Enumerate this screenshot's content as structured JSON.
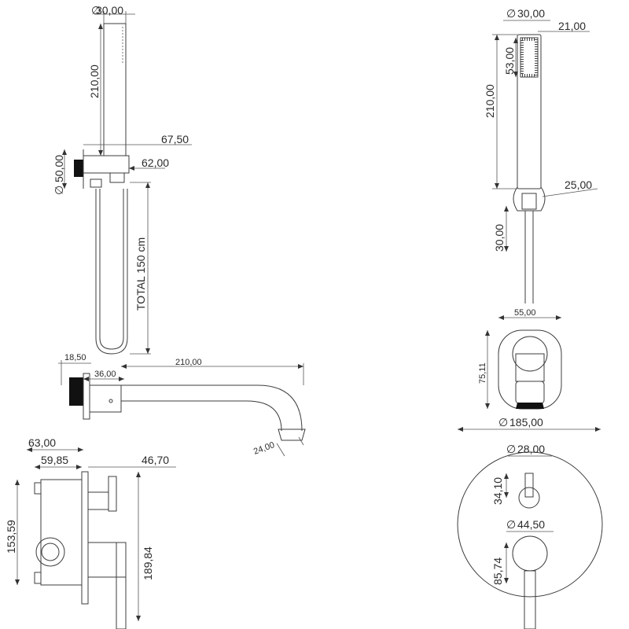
{
  "handshower_side": {
    "head_diameter": "30,00",
    "handle_length": "210,00",
    "bracket_projection": "67,50",
    "outlet_diameter": "50,00",
    "outlet_projection": "62,00",
    "hose_length": "TOTAL 150 cm"
  },
  "handshower_front": {
    "head_diameter": "30,00",
    "spray_width": "21,00",
    "spray_height": "53,00",
    "handle_length": "210,00",
    "holder_diameter": "25,00",
    "holder_height": "30,00"
  },
  "spout_side": {
    "wall_offset": "18,50",
    "plate_depth": "36,00",
    "spout_length": "210,00",
    "outlet_diameter": "24,00"
  },
  "spout_front": {
    "width": "55,00",
    "height": "75,11"
  },
  "mixer_side": {
    "box_depth": "63,00",
    "box_inner_depth": "59,85",
    "handle_projection": "46,70",
    "box_height": "153,59",
    "total_height": "189,84"
  },
  "mixer_front": {
    "plate_diameter": "185,00",
    "diverter_diameter": "28,00",
    "diverter_offset": "34,10",
    "lever_diameter": "44,50",
    "lever_offset": "85,74"
  },
  "colors": {
    "line": "#3c3c3c",
    "fill_dark": "#111111"
  }
}
